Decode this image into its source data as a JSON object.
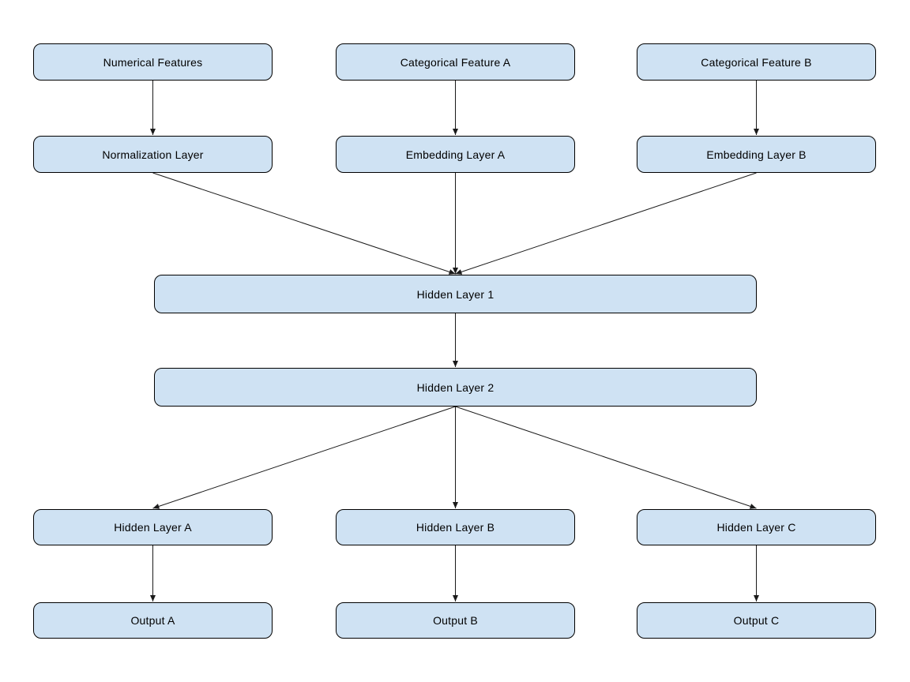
{
  "diagram": {
    "background_color": "#ffffff",
    "node_fill_color": "#cfe2f3",
    "node_border_color": "#000000",
    "edge_color": "#1a1a1a",
    "nodes": [
      {
        "id": "numerical-features",
        "label": "Numerical Features"
      },
      {
        "id": "categorical-feature-a",
        "label": "Categorical Feature A"
      },
      {
        "id": "categorical-feature-b",
        "label": "Categorical Feature B"
      },
      {
        "id": "normalization-layer",
        "label": "Normalization Layer"
      },
      {
        "id": "embedding-layer-a",
        "label": "Embedding Layer A"
      },
      {
        "id": "embedding-layer-b",
        "label": "Embedding Layer B"
      },
      {
        "id": "hidden-layer-1",
        "label": "Hidden Layer 1"
      },
      {
        "id": "hidden-layer-2",
        "label": "Hidden Layer 2"
      },
      {
        "id": "hidden-layer-a",
        "label": "Hidden Layer A"
      },
      {
        "id": "hidden-layer-b",
        "label": "Hidden Layer B"
      },
      {
        "id": "hidden-layer-c",
        "label": "Hidden Layer C"
      },
      {
        "id": "output-a",
        "label": "Output A"
      },
      {
        "id": "output-b",
        "label": "Output B"
      },
      {
        "id": "output-c",
        "label": "Output C"
      }
    ],
    "edges": [
      {
        "from": "numerical-features",
        "to": "normalization-layer"
      },
      {
        "from": "categorical-feature-a",
        "to": "embedding-layer-a"
      },
      {
        "from": "categorical-feature-b",
        "to": "embedding-layer-b"
      },
      {
        "from": "normalization-layer",
        "to": "hidden-layer-1"
      },
      {
        "from": "embedding-layer-a",
        "to": "hidden-layer-1"
      },
      {
        "from": "embedding-layer-b",
        "to": "hidden-layer-1"
      },
      {
        "from": "hidden-layer-1",
        "to": "hidden-layer-2"
      },
      {
        "from": "hidden-layer-2",
        "to": "hidden-layer-a"
      },
      {
        "from": "hidden-layer-2",
        "to": "hidden-layer-b"
      },
      {
        "from": "hidden-layer-2",
        "to": "hidden-layer-c"
      },
      {
        "from": "hidden-layer-a",
        "to": "output-a"
      },
      {
        "from": "hidden-layer-b",
        "to": "output-b"
      },
      {
        "from": "hidden-layer-c",
        "to": "output-c"
      }
    ]
  }
}
